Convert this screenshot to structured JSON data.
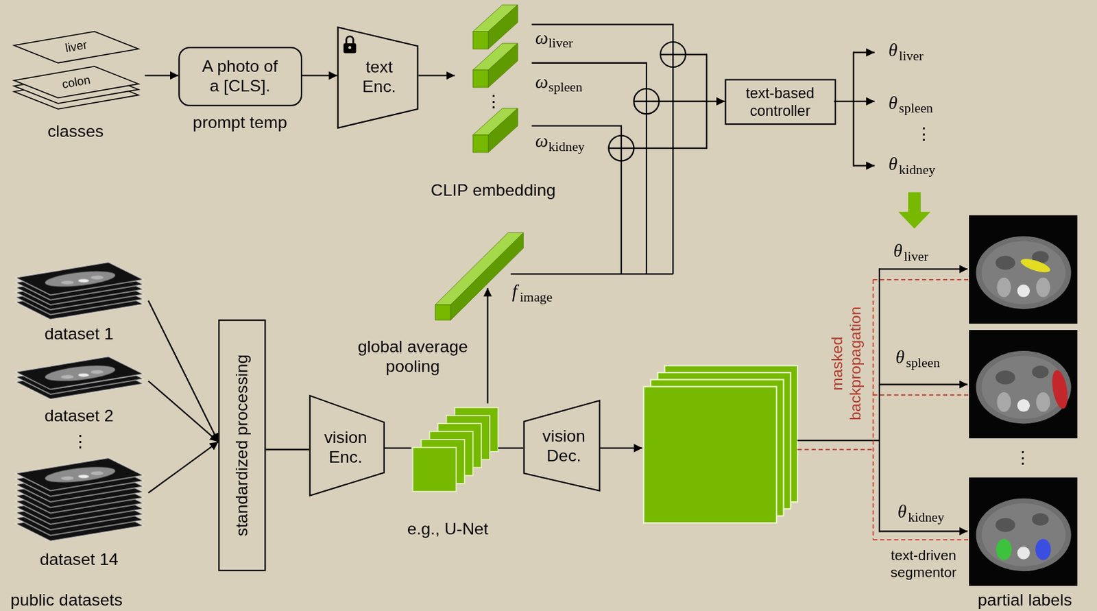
{
  "diagram": {
    "nodes": [
      {
        "text": [
          "liver",
          "colon",
          "classes"
        ]
      },
      {
        "text": [
          "A photo of a [CLS].",
          "prompt temp"
        ]
      },
      {
        "text": [
          "text Enc."
        ]
      },
      {
        "text": [
          "CLIP embedding"
        ]
      },
      {
        "text": [
          "text-based controller"
        ]
      },
      {
        "text": [
          "dataset 1"
        ]
      },
      {
        "text": [
          "dataset 2"
        ]
      },
      {
        "text": [
          "dataset 14"
        ]
      },
      {
        "text": [
          "standardized processing"
        ]
      },
      {
        "text": [
          "vision Enc."
        ]
      },
      {
        "text": [
          "e.g., U-Net"
        ]
      },
      {
        "text": [
          "vision Dec."
        ]
      }
    ],
    "edges": [
      {
        "from": 0,
        "to": 1,
        "arrow": "to"
      },
      {
        "from": 1,
        "to": 2,
        "arrow": "to"
      },
      {
        "from": 2,
        "to": 3,
        "arrow": "to"
      },
      {
        "from": 5,
        "to": 8,
        "arrow": "to"
      },
      {
        "from": 6,
        "to": 8,
        "arrow": "to"
      },
      {
        "from": 7,
        "to": 8,
        "arrow": "to"
      },
      {
        "from": 8,
        "to": 9,
        "arrow": "none"
      },
      {
        "from": 9,
        "to": 10,
        "arrow": "none"
      },
      {
        "from": 10,
        "to": 11,
        "arrow": "none"
      }
    ],
    "labels": [
      "ω",
      "liver",
      "ω",
      "spleen",
      "⋮",
      "ω",
      "kidney",
      "θ",
      "liver",
      "θ",
      "spleen",
      "⋮",
      "θ",
      "kidney",
      "f",
      "image",
      "global average pooling",
      "⋮",
      "public datasets",
      "masked backpropagation",
      "θ",
      "liver",
      "θ",
      "spleen",
      "⋮",
      "θ",
      "kidney",
      "text-driven segmentor",
      "partial labels"
    ]
  }
}
